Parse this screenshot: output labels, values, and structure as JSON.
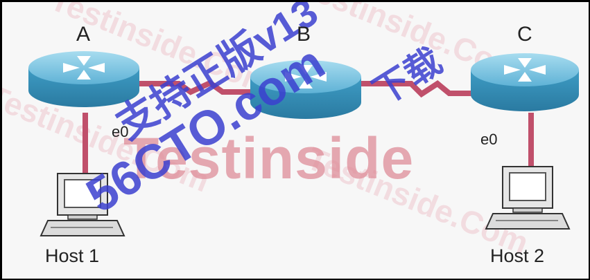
{
  "routers": [
    {
      "label": "A"
    },
    {
      "label": "B"
    },
    {
      "label": "C"
    }
  ],
  "interfaces": [
    {
      "label": "e0"
    },
    {
      "label": "e0"
    }
  ],
  "hosts": [
    {
      "label": "Host 1"
    },
    {
      "label": "Host 2"
    }
  ],
  "watermarks": {
    "main": "Testinside",
    "site": "56CTO.com",
    "cn": "支持正版v13",
    "cn_tail": "下载",
    "faint": "Testinside.Com"
  },
  "colors": {
    "link": "#c0506b",
    "router_top": "#7fc6e0",
    "router_side": "#3b93bb",
    "watermark_main": "#e8a9b3",
    "watermark_blue": "#3b3fcf"
  }
}
